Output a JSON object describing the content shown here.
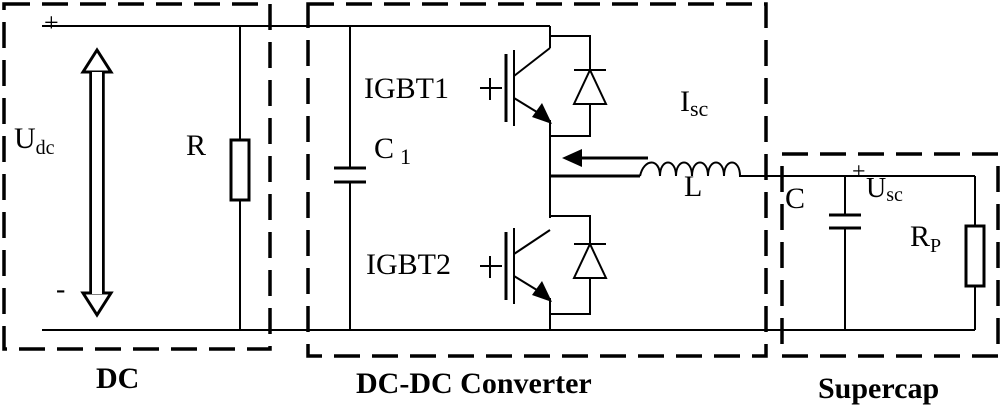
{
  "blocks": {
    "dc": "DC",
    "converter": "DC-DC Converter",
    "supercap": "Supercap"
  },
  "labels": {
    "udc": "U",
    "udc_sub": "dc",
    "plus_left": "+",
    "minus_left": "-",
    "r": "R",
    "c1": "C",
    "c1_sub": "1",
    "igbt1": "IGBT1",
    "igbt2": "IGBT2",
    "isc": "I",
    "isc_sub": "sc",
    "l": "L",
    "c": "C",
    "usc": "U",
    "usc_sub": "sc",
    "plus_right": "+",
    "rp": "R",
    "rp_sub": "P"
  }
}
